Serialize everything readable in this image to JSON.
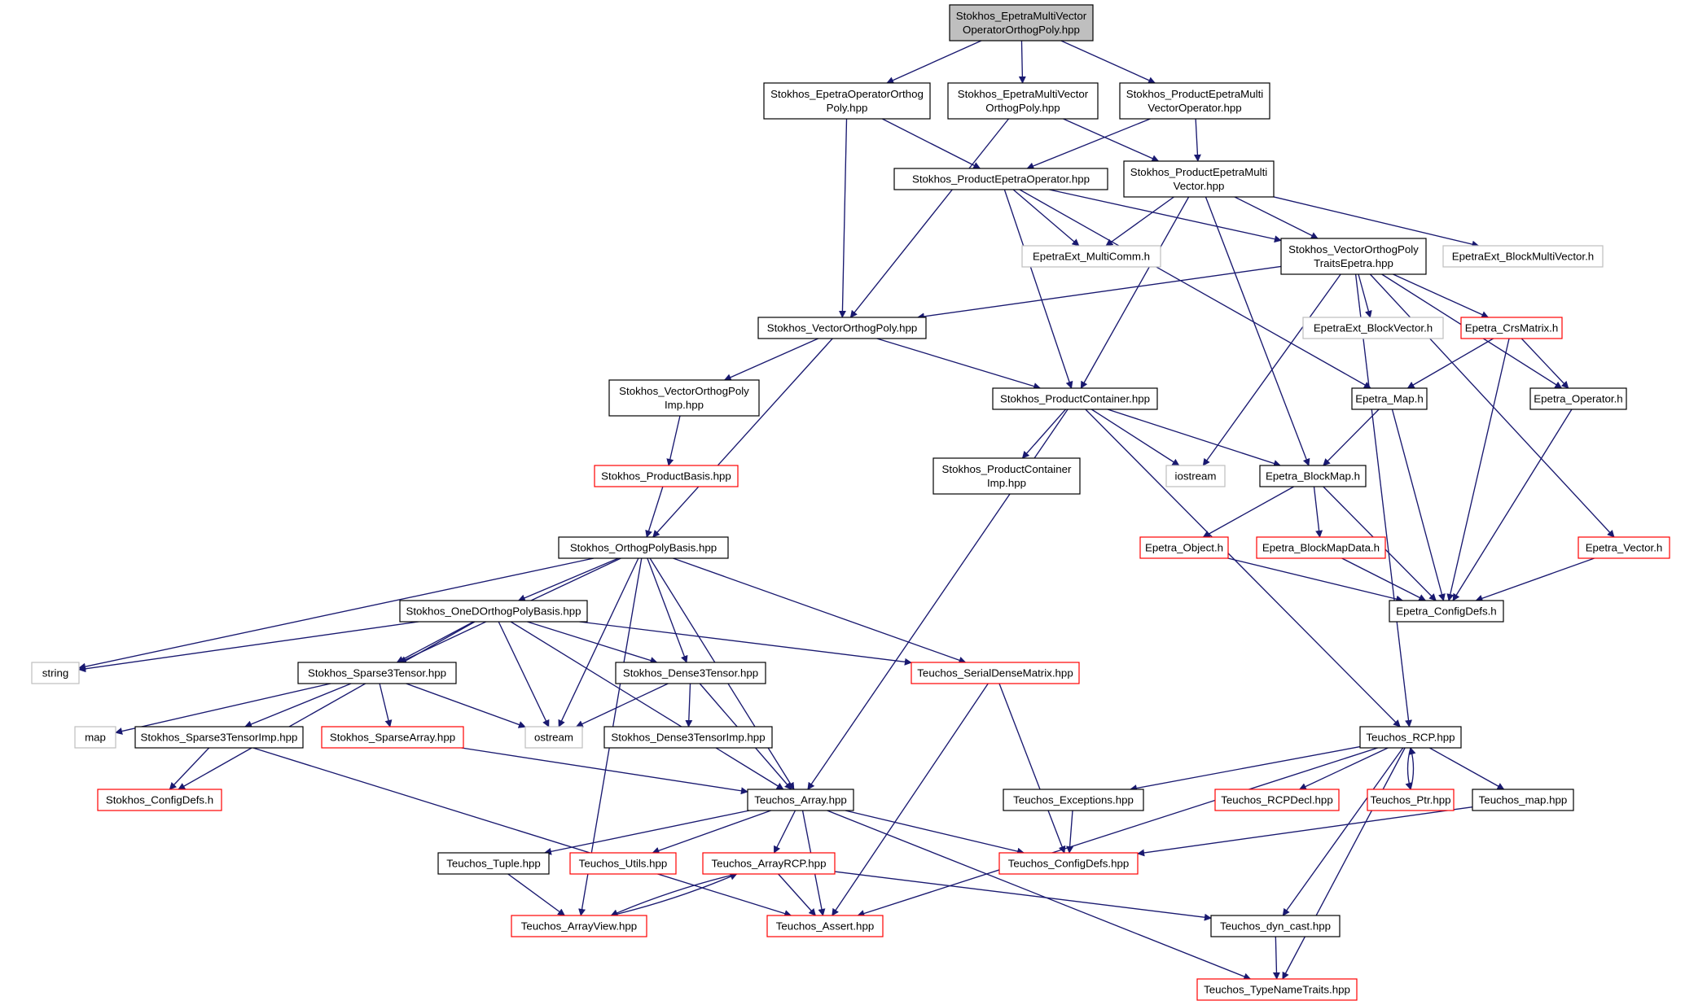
{
  "colors": {
    "edge": "#191970",
    "root_fill": "#bfbfbf",
    "root_border": "#000000",
    "node_border": "#000000",
    "node_fill": "#ffffff",
    "linked_border": "#ff0000",
    "external_border": "#bfbfbf"
  },
  "nodes": {
    "root": {
      "lines": [
        "Stokhos_EpetraMultiVector",
        "OperatorOrthogPoly.hpp"
      ],
      "kind": "root"
    },
    "epetraOperatorOrthogPoly": {
      "lines": [
        "Stokhos_EpetraOperatorOrthog",
        "Poly.hpp"
      ],
      "kind": "file"
    },
    "epetraMultiVectorOrthogPoly": {
      "lines": [
        "Stokhos_EpetraMultiVector",
        "OrthogPoly.hpp"
      ],
      "kind": "file"
    },
    "productEpetraMultiVectorOperator": {
      "lines": [
        "Stokhos_ProductEpetraMulti",
        "VectorOperator.hpp"
      ],
      "kind": "file"
    },
    "productEpetraOperator": {
      "lines": [
        "Stokhos_ProductEpetraOperator.hpp"
      ],
      "kind": "file"
    },
    "productEpetraMultiVector": {
      "lines": [
        "Stokhos_ProductEpetraMulti",
        "Vector.hpp"
      ],
      "kind": "file"
    },
    "epetraExtMultiComm": {
      "lines": [
        "EpetraExt_MultiComm.h"
      ],
      "kind": "external"
    },
    "vectorOrthogPolyTraitsEpetra": {
      "lines": [
        "Stokhos_VectorOrthogPoly",
        "TraitsEpetra.hpp"
      ],
      "kind": "file"
    },
    "epetraExtBlockMultiVector": {
      "lines": [
        "EpetraExt_BlockMultiVector.h"
      ],
      "kind": "external"
    },
    "vectorOrthogPoly": {
      "lines": [
        "Stokhos_VectorOrthogPoly.hpp"
      ],
      "kind": "file"
    },
    "epetraExtBlockVector": {
      "lines": [
        "EpetraExt_BlockVector.h"
      ],
      "kind": "external"
    },
    "epetraCrsMatrix": {
      "lines": [
        "Epetra_CrsMatrix.h"
      ],
      "kind": "linked"
    },
    "vectorOrthogPolyImp": {
      "lines": [
        "Stokhos_VectorOrthogPoly",
        "Imp.hpp"
      ],
      "kind": "file"
    },
    "productContainer": {
      "lines": [
        "Stokhos_ProductContainer.hpp"
      ],
      "kind": "file"
    },
    "epetraMap": {
      "lines": [
        "Epetra_Map.h"
      ],
      "kind": "file"
    },
    "epetraOperator": {
      "lines": [
        "Epetra_Operator.h"
      ],
      "kind": "file"
    },
    "productBasis": {
      "lines": [
        "Stokhos_ProductBasis.hpp"
      ],
      "kind": "linked"
    },
    "productContainerImp": {
      "lines": [
        "Stokhos_ProductContainer",
        "Imp.hpp"
      ],
      "kind": "file"
    },
    "iostream": {
      "lines": [
        "iostream"
      ],
      "kind": "external"
    },
    "epetraBlockMap": {
      "lines": [
        "Epetra_BlockMap.h"
      ],
      "kind": "file"
    },
    "orthogPolyBasis": {
      "lines": [
        "Stokhos_OrthogPolyBasis.hpp"
      ],
      "kind": "file"
    },
    "epetraObject": {
      "lines": [
        "Epetra_Object.h"
      ],
      "kind": "linked"
    },
    "epetraBlockMapData": {
      "lines": [
        "Epetra_BlockMapData.h"
      ],
      "kind": "linked"
    },
    "epetraVector": {
      "lines": [
        "Epetra_Vector.h"
      ],
      "kind": "linked"
    },
    "oneDOrthogPolyBasis": {
      "lines": [
        "Stokhos_OneDOrthogPolyBasis.hpp"
      ],
      "kind": "file"
    },
    "epetraConfigDefs": {
      "lines": [
        "Epetra_ConfigDefs.h"
      ],
      "kind": "file"
    },
    "string": {
      "lines": [
        "string"
      ],
      "kind": "external"
    },
    "sparse3Tensor": {
      "lines": [
        "Stokhos_Sparse3Tensor.hpp"
      ],
      "kind": "file"
    },
    "dense3Tensor": {
      "lines": [
        "Stokhos_Dense3Tensor.hpp"
      ],
      "kind": "file"
    },
    "serialDenseMatrix": {
      "lines": [
        "Teuchos_SerialDenseMatrix.hpp"
      ],
      "kind": "linked"
    },
    "map": {
      "lines": [
        "map"
      ],
      "kind": "external"
    },
    "sparse3TensorImp": {
      "lines": [
        "Stokhos_Sparse3TensorImp.hpp"
      ],
      "kind": "file"
    },
    "sparseArray": {
      "lines": [
        "Stokhos_SparseArray.hpp"
      ],
      "kind": "linked"
    },
    "ostream": {
      "lines": [
        "ostream"
      ],
      "kind": "external"
    },
    "dense3TensorImp": {
      "lines": [
        "Stokhos_Dense3TensorImp.hpp"
      ],
      "kind": "file"
    },
    "rcp": {
      "lines": [
        "Teuchos_RCP.hpp"
      ],
      "kind": "file"
    },
    "stokhosConfigDefs": {
      "lines": [
        "Stokhos_ConfigDefs.h"
      ],
      "kind": "linked"
    },
    "array": {
      "lines": [
        "Teuchos_Array.hpp"
      ],
      "kind": "file"
    },
    "exceptions": {
      "lines": [
        "Teuchos_Exceptions.hpp"
      ],
      "kind": "file"
    },
    "rcpDecl": {
      "lines": [
        "Teuchos_RCPDecl.hpp"
      ],
      "kind": "linked"
    },
    "ptr": {
      "lines": [
        "Teuchos_Ptr.hpp"
      ],
      "kind": "linked"
    },
    "teuchosMap": {
      "lines": [
        "Teuchos_map.hpp"
      ],
      "kind": "file"
    },
    "tuple": {
      "lines": [
        "Teuchos_Tuple.hpp"
      ],
      "kind": "file"
    },
    "utils": {
      "lines": [
        "Teuchos_Utils.hpp"
      ],
      "kind": "linked"
    },
    "arrayRCP": {
      "lines": [
        "Teuchos_ArrayRCP.hpp"
      ],
      "kind": "linked"
    },
    "teuchosConfigDefs": {
      "lines": [
        "Teuchos_ConfigDefs.hpp"
      ],
      "kind": "linked"
    },
    "arrayView": {
      "lines": [
        "Teuchos_ArrayView.hpp"
      ],
      "kind": "linked"
    },
    "assert": {
      "lines": [
        "Teuchos_Assert.hpp"
      ],
      "kind": "linked"
    },
    "dynCast": {
      "lines": [
        "Teuchos_dyn_cast.hpp"
      ],
      "kind": "file"
    },
    "typeNameTraits": {
      "lines": [
        "Teuchos_TypeNameTraits.hpp"
      ],
      "kind": "linked"
    }
  },
  "edges": [
    [
      "root",
      "epetraOperatorOrthogPoly"
    ],
    [
      "root",
      "epetraMultiVectorOrthogPoly"
    ],
    [
      "root",
      "productEpetraMultiVectorOperator"
    ],
    [
      "epetraOperatorOrthogPoly",
      "productEpetraOperator"
    ],
    [
      "epetraOperatorOrthogPoly",
      "vectorOrthogPoly"
    ],
    [
      "epetraMultiVectorOrthogPoly",
      "vectorOrthogPoly"
    ],
    [
      "epetraMultiVectorOrthogPoly",
      "productEpetraMultiVector"
    ],
    [
      "productEpetraMultiVectorOperator",
      "productEpetraOperator"
    ],
    [
      "productEpetraMultiVectorOperator",
      "productEpetraMultiVector"
    ],
    [
      "productEpetraOperator",
      "epetraExtMultiComm"
    ],
    [
      "productEpetraOperator",
      "vectorOrthogPolyTraitsEpetra"
    ],
    [
      "productEpetraOperator",
      "productContainer"
    ],
    [
      "productEpetraOperator",
      "epetraMap"
    ],
    [
      "productEpetraMultiVector",
      "epetraExtMultiComm"
    ],
    [
      "productEpetraMultiVector",
      "vectorOrthogPolyTraitsEpetra"
    ],
    [
      "productEpetraMultiVector",
      "epetraExtBlockMultiVector"
    ],
    [
      "productEpetraMultiVector",
      "productContainer"
    ],
    [
      "productEpetraMultiVector",
      "epetraBlockMap"
    ],
    [
      "vectorOrthogPolyTraitsEpetra",
      "vectorOrthogPoly"
    ],
    [
      "vectorOrthogPolyTraitsEpetra",
      "epetraExtBlockVector"
    ],
    [
      "vectorOrthogPolyTraitsEpetra",
      "epetraCrsMatrix"
    ],
    [
      "vectorOrthogPolyTraitsEpetra",
      "epetraOperator"
    ],
    [
      "vectorOrthogPolyTraitsEpetra",
      "epetraVector"
    ],
    [
      "vectorOrthogPolyTraitsEpetra",
      "iostream"
    ],
    [
      "vectorOrthogPolyTraitsEpetra",
      "rcp"
    ],
    [
      "vectorOrthogPoly",
      "vectorOrthogPolyImp"
    ],
    [
      "vectorOrthogPoly",
      "productContainer"
    ],
    [
      "vectorOrthogPoly",
      "orthogPolyBasis"
    ],
    [
      "vectorOrthogPolyImp",
      "productBasis"
    ],
    [
      "productBasis",
      "orthogPolyBasis"
    ],
    [
      "epetraCrsMatrix",
      "epetraMap"
    ],
    [
      "epetraCrsMatrix",
      "epetraOperator"
    ],
    [
      "epetraCrsMatrix",
      "epetraConfigDefs"
    ],
    [
      "productContainer",
      "productContainerImp"
    ],
    [
      "productContainer",
      "iostream"
    ],
    [
      "productContainer",
      "epetraBlockMap"
    ],
    [
      "productContainer",
      "array"
    ],
    [
      "productContainer",
      "rcp"
    ],
    [
      "epetraMap",
      "epetraBlockMap"
    ],
    [
      "epetraMap",
      "epetraConfigDefs"
    ],
    [
      "epetraOperator",
      "epetraConfigDefs"
    ],
    [
      "epetraBlockMap",
      "epetraObject"
    ],
    [
      "epetraBlockMap",
      "epetraBlockMapData"
    ],
    [
      "epetraBlockMap",
      "epetraConfigDefs"
    ],
    [
      "epetraObject",
      "epetraConfigDefs"
    ],
    [
      "epetraBlockMapData",
      "epetraConfigDefs"
    ],
    [
      "epetraVector",
      "epetraConfigDefs"
    ],
    [
      "orthogPolyBasis",
      "oneDOrthogPolyBasis"
    ],
    [
      "orthogPolyBasis",
      "string"
    ],
    [
      "orthogPolyBasis",
      "sparse3Tensor"
    ],
    [
      "orthogPolyBasis",
      "dense3Tensor"
    ],
    [
      "orthogPolyBasis",
      "ostream"
    ],
    [
      "orthogPolyBasis",
      "serialDenseMatrix"
    ],
    [
      "orthogPolyBasis",
      "array"
    ],
    [
      "orthogPolyBasis",
      "arrayView"
    ],
    [
      "oneDOrthogPolyBasis",
      "string"
    ],
    [
      "oneDOrthogPolyBasis",
      "sparse3Tensor"
    ],
    [
      "oneDOrthogPolyBasis",
      "dense3Tensor"
    ],
    [
      "oneDOrthogPolyBasis",
      "ostream"
    ],
    [
      "oneDOrthogPolyBasis",
      "serialDenseMatrix"
    ],
    [
      "oneDOrthogPolyBasis",
      "stokhosConfigDefs"
    ],
    [
      "oneDOrthogPolyBasis",
      "array"
    ],
    [
      "sparse3Tensor",
      "map"
    ],
    [
      "sparse3Tensor",
      "sparse3TensorImp"
    ],
    [
      "sparse3Tensor",
      "sparseArray"
    ],
    [
      "sparse3Tensor",
      "ostream"
    ],
    [
      "sparse3TensorImp",
      "stokhosConfigDefs"
    ],
    [
      "sparse3TensorImp",
      "assert"
    ],
    [
      "sparseArray",
      "array"
    ],
    [
      "dense3Tensor",
      "ostream"
    ],
    [
      "dense3Tensor",
      "dense3TensorImp"
    ],
    [
      "dense3Tensor",
      "array"
    ],
    [
      "serialDenseMatrix",
      "teuchosConfigDefs"
    ],
    [
      "serialDenseMatrix",
      "assert"
    ],
    [
      "rcp",
      "exceptions"
    ],
    [
      "rcp",
      "rcpDecl"
    ],
    [
      "rcp",
      "ptr"
    ],
    [
      "rcp",
      "teuchosMap"
    ],
    [
      "rcp",
      "assert"
    ],
    [
      "rcp",
      "dynCast"
    ],
    [
      "rcp",
      "typeNameTraits"
    ],
    [
      "ptr",
      "rcp"
    ],
    [
      "exceptions",
      "teuchosConfigDefs"
    ],
    [
      "teuchosMap",
      "teuchosConfigDefs"
    ],
    [
      "array",
      "tuple"
    ],
    [
      "array",
      "utils"
    ],
    [
      "array",
      "arrayRCP"
    ],
    [
      "array",
      "teuchosConfigDefs"
    ],
    [
      "array",
      "assert"
    ],
    [
      "array",
      "typeNameTraits"
    ],
    [
      "tuple",
      "arrayView"
    ],
    [
      "arrayRCP",
      "arrayView"
    ],
    [
      "arrayRCP",
      "assert"
    ],
    [
      "arrayRCP",
      "dynCast"
    ],
    [
      "arrayView",
      "arrayRCP"
    ],
    [
      "dynCast",
      "typeNameTraits"
    ]
  ]
}
